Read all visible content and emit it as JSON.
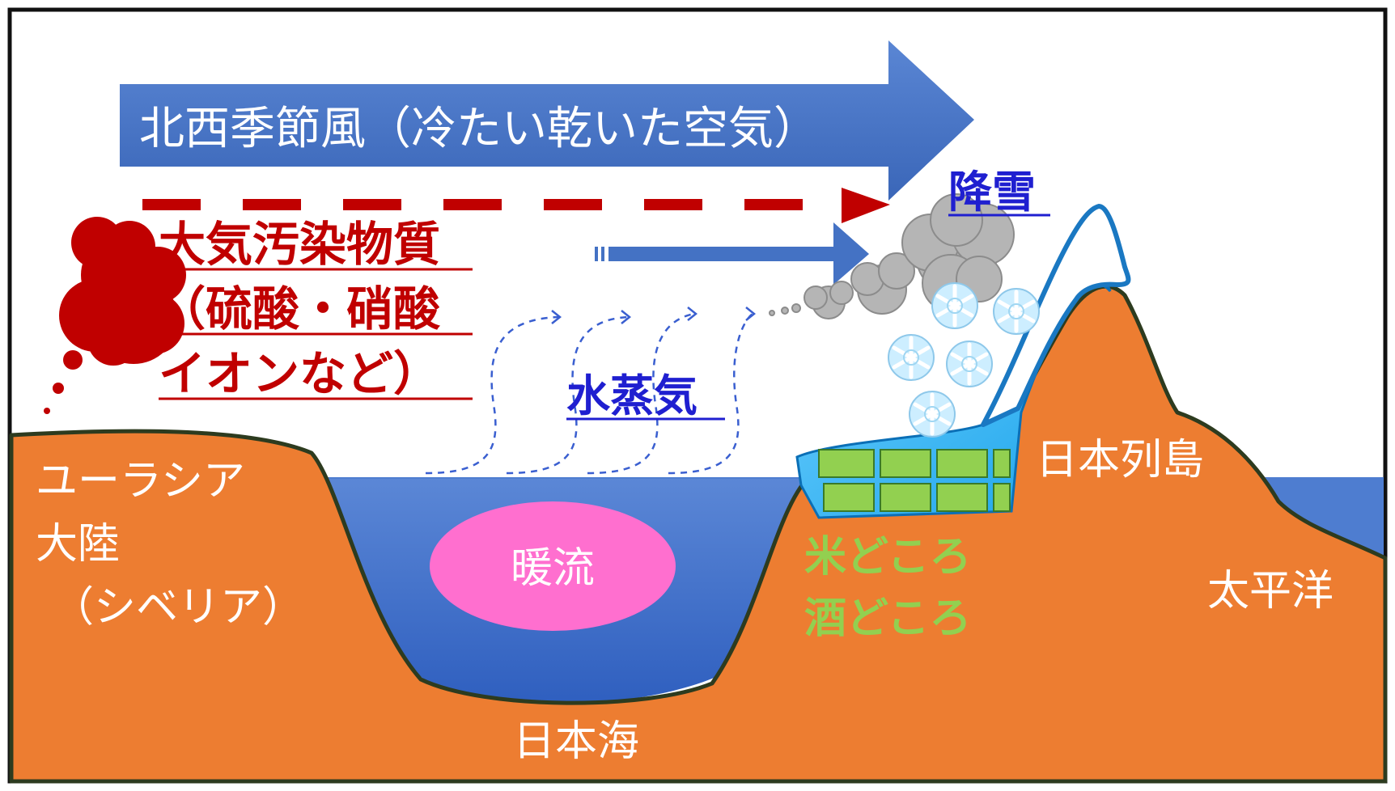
{
  "wind_label": "北西季節風（冷たい乾いた空気）",
  "pollutants": {
    "line1": "大気汚染物質",
    "line2": "（硫酸・硝酸",
    "line3": "イオンなど）"
  },
  "snowfall_label": "降雪",
  "water_vapor_label": "水蒸気",
  "eurasia": {
    "line1": "ユーラシア",
    "line2": "大陸",
    "line3": "（シベリア）"
  },
  "warm_current_label": "暖流",
  "sea_of_japan_label": "日本海",
  "rice_sake": {
    "line1": "米どころ",
    "line2": "酒どころ"
  },
  "japan_islands_label": "日本列島",
  "pacific_label": "太平洋",
  "colors": {
    "land": "#ed7d31",
    "sea": "#4472c4",
    "wind_arrow": "#4472c4",
    "pollution": "#c00000",
    "warm_current": "#ff6fcf",
    "paddy": "#92d050",
    "snow_cover": "#2ab0f0",
    "cloud": "#b5b5b5"
  }
}
